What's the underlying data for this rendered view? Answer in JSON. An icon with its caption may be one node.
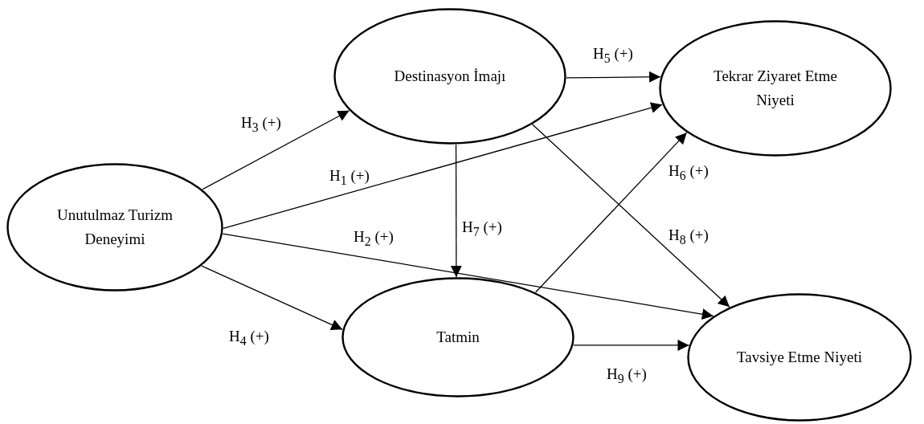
{
  "diagram": {
    "nodes": [
      {
        "text": [
          "Unutulmaz Turizm Deneyimi"
        ]
      },
      {
        "text": [
          "Destinasyon İmajı"
        ]
      },
      {
        "text": [
          "Tekrar Ziyaret Etme Niyeti"
        ]
      },
      {
        "text": [
          "Tatmin"
        ]
      },
      {
        "text": [
          "Tavsiye Etme Niyeti"
        ]
      }
    ],
    "edges": [
      {
        "from": 0,
        "to": 1,
        "arrow": "to",
        "label": "H$_{3}$ (+)"
      },
      {
        "from": 0,
        "to": 2,
        "arrow": "to",
        "label": "H$_{1}$ (+)"
      },
      {
        "from": 0,
        "to": 4,
        "arrow": "to",
        "label": "H$_{2}$ (+)"
      },
      {
        "from": 0,
        "to": 3,
        "arrow": "to",
        "label": "H$_{4}$ (+)"
      },
      {
        "from": 1,
        "to": 2,
        "arrow": "to",
        "label": "H$_{5}$ (+)"
      },
      {
        "from": 1,
        "to": 3,
        "arrow": "to",
        "label": "H$_{7}$ (+)"
      },
      {
        "from": 1,
        "to": 4,
        "arrow": "to",
        "label": "H$_{8}$ (+)"
      },
      {
        "from": 3,
        "to": 2,
        "arrow": "to",
        "label": "H$_{6}$ (+)"
      },
      {
        "from": 3,
        "to": 4,
        "arrow": "to",
        "label": "H$_{9}$ (+)"
      }
    ]
  }
}
